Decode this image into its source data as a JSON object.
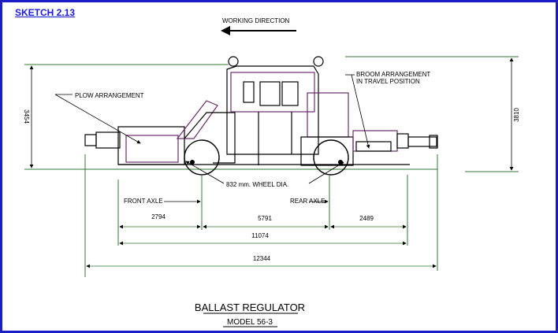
{
  "sketch_label": "SKETCH 2.13",
  "working_direction": "WORKING DIRECTION",
  "labels": {
    "plow": "PLOW ARRANGEMENT",
    "broom_line1": "BROOM ARRANGEMENT",
    "broom_line2": "IN TRAVEL POSITION",
    "wheel_dia": "832 mm. WHEEL DIA.",
    "front_axle": "FRONT AXLE",
    "rear_axle": "REAR AXLE"
  },
  "dimensions": {
    "front_height": "3454",
    "rear_height": "3810",
    "front_overhang": "2794",
    "wheelbase": "5791",
    "rear_overhang": "2489",
    "overall_body": "11074",
    "overall_length": "12344"
  },
  "title": "BALLAST REGULATOR",
  "model": "MODEL 56-3",
  "colors": {
    "border": "#1d1dc8",
    "sketch_title": "#1a1ad8",
    "dim_line": "#2f7a2f",
    "body": "#6b2d6b"
  }
}
